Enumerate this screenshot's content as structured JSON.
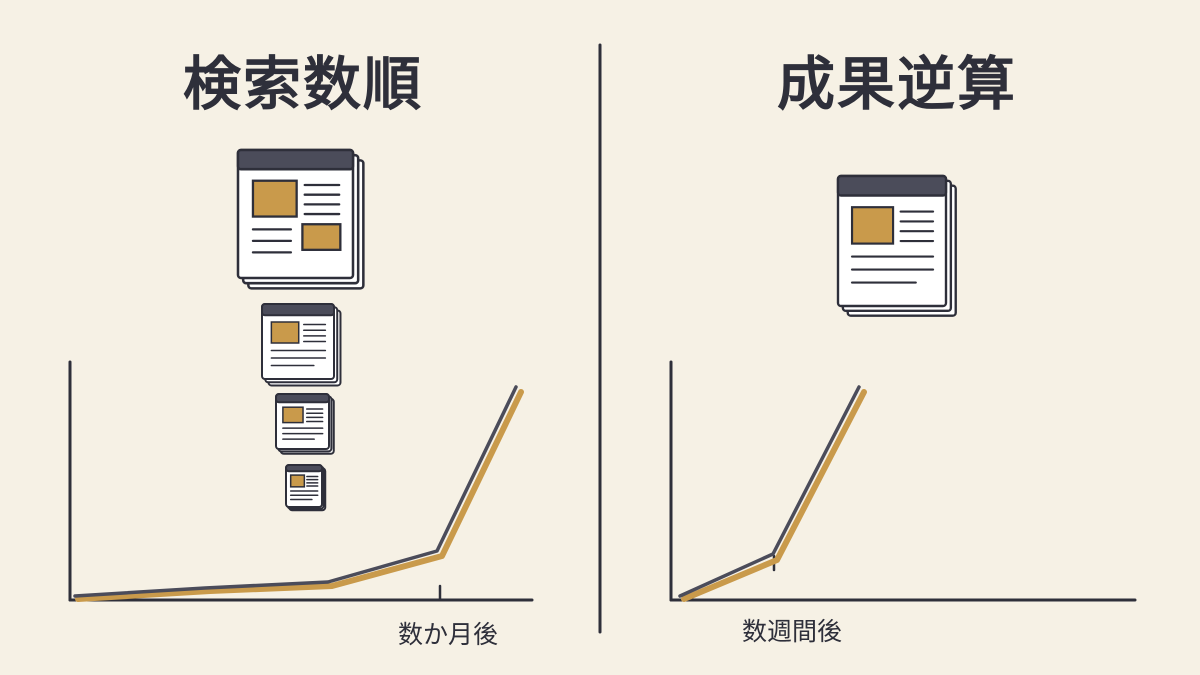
{
  "colors": {
    "background": "#f6f1e5",
    "ink": "#2e2f3a",
    "accent": "#c99a4b",
    "header": "#4b4c5a",
    "paper": "#ffffff"
  },
  "left_panel": {
    "title": "検索数順",
    "tick_label": "数か月後",
    "icons": [
      "document-stack-icon",
      "document-stack-icon",
      "document-stack-icon",
      "document-stack-icon"
    ]
  },
  "right_panel": {
    "title": "成果逆算",
    "tick_label": "数週間後",
    "icons": [
      "document-stack-icon"
    ]
  }
}
